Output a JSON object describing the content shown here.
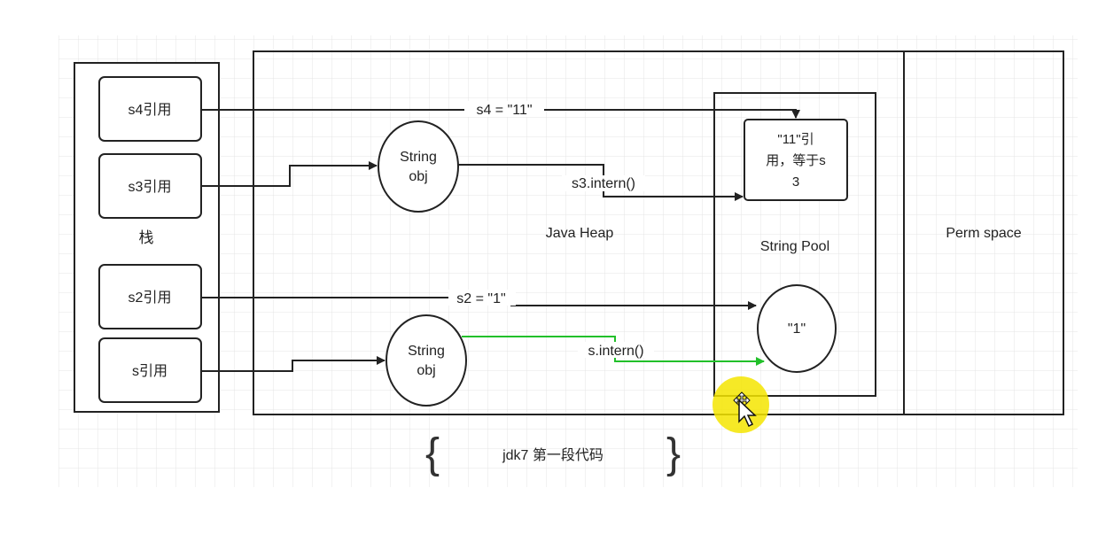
{
  "stack": {
    "label": "栈",
    "items": [
      "s4引用",
      "s3引用",
      "s2引用",
      "s引用"
    ]
  },
  "heap": {
    "label": "Java Heap",
    "string_obj_top": [
      "String",
      "obj"
    ],
    "string_obj_bottom": [
      "String",
      "obj"
    ]
  },
  "pool": {
    "label": "String Pool",
    "ref_box": [
      "\"11\"引",
      "用，等于s",
      "3"
    ],
    "literal": "\"1\""
  },
  "perm": {
    "label": "Perm space"
  },
  "arrows": {
    "s4": "s4 = \"11\"",
    "s3_intern": "s3.intern()",
    "s2": "s2 = \"1\"",
    "s_intern": "s.intern()"
  },
  "caption": {
    "open": "{",
    "text": "jdk7 第一段代码",
    "close": "}"
  },
  "colors": {
    "line": "#222222",
    "grid": "#e4e4e4",
    "intern_highlight": "#22c02a",
    "cursor_halo": "#f5e500"
  }
}
